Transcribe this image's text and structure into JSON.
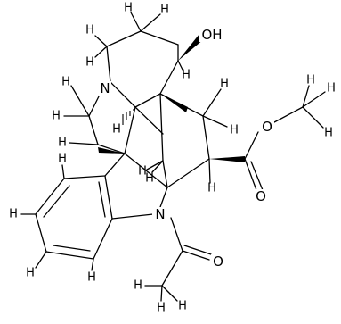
{
  "molecule": {
    "atom_labels": {
      "N_top": "N",
      "N_bottom": "N",
      "O_ester_single": "O",
      "O_ester_double": "O",
      "O_acetyl": "O",
      "OH": "OH"
    },
    "h_label": "H",
    "colors": {
      "ink": "#000000",
      "background": "#ffffff"
    }
  }
}
